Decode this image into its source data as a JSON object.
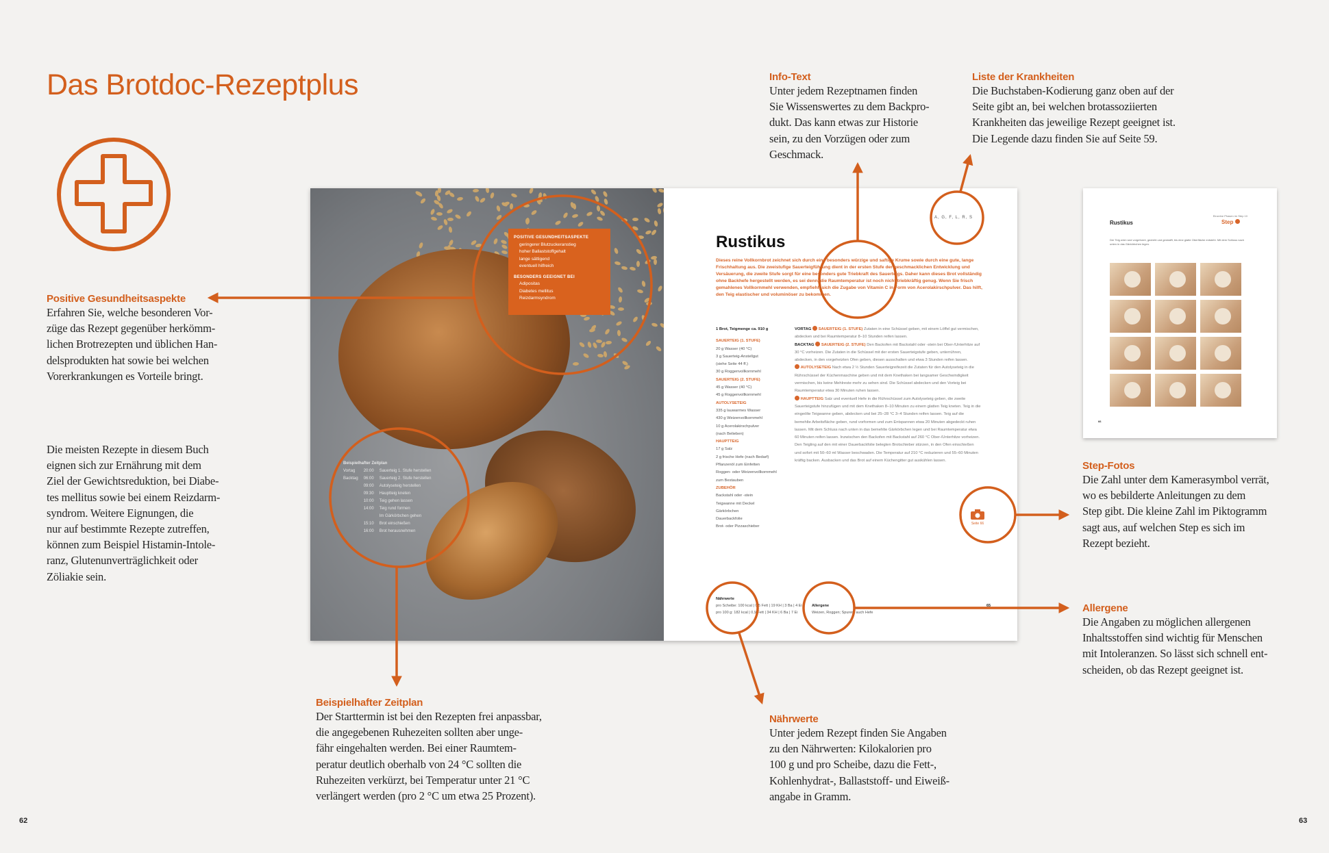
{
  "title": "Das Brotdoc-Rezeptplus",
  "colors": {
    "accent": "#d35f1d",
    "background": "#f3f2f0"
  },
  "logo_icon": "medical-cross-circle-icon",
  "callouts": {
    "positive": {
      "heading": "Positive Gesundheitsaspekte",
      "lines": [
        "Erfahren Sie, welche besonderen Vor-",
        "züge das Rezept gegenüber herkömm-",
        "lichen Brotrezepten und üblichen Han-",
        "delsprodukten hat sowie bei welchen",
        "Vorerkrankungen es Vorteile bringt."
      ]
    },
    "general": {
      "lines": [
        "Die meisten Rezepte in diesem Buch",
        "eignen sich zur Ernährung mit dem",
        "Ziel der Gewichtsreduktion, bei Diabe-",
        "tes mellitus sowie bei einem Reizdarm-",
        "syndrom. Weitere Eignungen, die",
        "nur auf bestimmte Rezepte zutreffen,",
        "können zum Beispiel Histamin-Intole-",
        "ranz, Glutenunverträglichkeit oder",
        "Zöliakie sein."
      ]
    },
    "info": {
      "heading": "Info-Text",
      "lines": [
        "Unter jedem Rezeptnamen finden",
        "Sie Wissenswertes zu dem Backpro-",
        "dukt. Das kann etwas zur Historie",
        "sein, zu den Vorzügen oder zum",
        "Geschmack."
      ]
    },
    "krankheiten": {
      "heading": "Liste der Krankheiten",
      "lines": [
        "Die Buchstaben-Kodierung ganz oben auf der",
        "Seite gibt an, bei welchen brotassoziierten",
        "Krankheiten das jeweilige Rezept geeignet ist.",
        "Die Legende dazu finden Sie auf Seite 59."
      ]
    },
    "stepfotos": {
      "heading": "Step-Fotos",
      "lines": [
        "Die Zahl unter dem Kamerasymbol verrät,",
        "wo es bebilderte Anleitungen zu dem",
        "Step gibt. Die kleine Zahl im Piktogramm",
        "sagt aus, auf welchen Step es sich im",
        "Rezept bezieht."
      ]
    },
    "allergene": {
      "heading": "Allergene",
      "lines": [
        "Die Angaben zu möglichen allergenen",
        "Inhaltsstoffen sind wichtig für Menschen",
        "mit Intoleranzen. So lässt sich schnell ent-",
        "scheiden, ob das Rezept geeignet ist."
      ]
    },
    "zeitplan": {
      "heading": "Beispielhafter Zeitplan",
      "lines": [
        "Der Starttermin ist bei den Rezepten frei anpassbar,",
        "die angegebenen Ruhezeiten sollten aber unge-",
        "fähr eingehalten werden. Bei einer Raumtem-",
        "peratur deutlich oberhalb von 24 °C sollten die",
        "Ruhezeiten verkürzt, bei Temperatur unter 21 °C",
        "verlängert werden (pro 2 °C um etwa 25 Prozent)."
      ]
    },
    "naehrwerte": {
      "heading": "Nährwerte",
      "lines": [
        "Unter jedem Rezept finden Sie Angaben",
        "zu den Nährwerten: Kilokalorien pro",
        "100 g und pro Scheibe, dazu die Fett-,",
        "Kohlenhydrat-, Ballaststoff- und Eiweiß-",
        "angabe in Gramm."
      ]
    }
  },
  "photo_box": {
    "h1": "POSITIVE GESUNDHEITSASPEKTE",
    "items1": [
      "geringerer Blutzuckeranstieg",
      "hoher Ballaststoffgehalt",
      "lange sättigend",
      "eventuell hilfreich"
    ],
    "h2": "BESONDERS GEEIGNET BEI",
    "items2": [
      "Adipositas",
      "Diabetes mellitus",
      "Reizdarmsyndrom"
    ]
  },
  "photo_schedule": {
    "heading": "Beispielhafter Zeitplan",
    "rows": [
      [
        "Vortag",
        "20:00",
        "Sauerteig 1. Stufe herstellen"
      ],
      [
        "Backtag",
        "06:00",
        "Sauerteig 2. Stufe herstellen"
      ],
      [
        "",
        "09:00",
        "Autolyseteig herstellen"
      ],
      [
        "",
        "09:30",
        "Hauptteig kneten"
      ],
      [
        "",
        "10:00",
        "Teig gehen lassen"
      ],
      [
        "",
        "14:00",
        "Teig rund formen"
      ],
      [
        "",
        "",
        "Im Gärkörbchen gehen"
      ],
      [
        "",
        "15:10",
        "Brot einschießen"
      ],
      [
        "",
        "16:00",
        "Brot herausnehmen"
      ]
    ]
  },
  "recipe": {
    "codes": "A, G, F, L, R, S",
    "title": "Rustikus",
    "intro": "Dieses reine Vollkornbrot zeichnet sich durch eine besonders würzige und saftige Krume sowie durch eine gute, lange Frischhaltung aus. Die zweistufige Sauerteigführung dient in der ersten Stufe der geschmacklichen Entwicklung und Versäuerung, die zweite Stufe sorgt für eine besonders gute Triebkraft des Sauerteigs. Daher kann dieses Brot vollständig ohne Backhefe hergestellt werden, es sei denn, die Raumtemperatur ist noch nicht triebkräftig genug. Wenn Sie frisch gemahlenes Vollkornmehl verwenden, empfiehlt sich die Zugabe von Vitamin C in Form von Acerolakirschpulver. Das hilft, den Teig elastischer und voluminöser zu bekommen.",
    "yield": "1 Brot, Teigmenge ca. 910 g",
    "ingredients": [
      [
        "o",
        "SAUERTEIG (1. STUFE)"
      ],
      [
        "",
        "20 g Wasser (40 °C)"
      ],
      [
        "",
        "3 g Sauerteig-Anstellgut"
      ],
      [
        "",
        "   (siehe Seite 44 ff.)"
      ],
      [
        "",
        "30 g Roggenvollkornmehl"
      ],
      [
        "o",
        "SAUERTEIG (2. STUFE)"
      ],
      [
        "",
        "45 g Wasser (40 °C)"
      ],
      [
        "",
        "45 g Roggenvollkornmehl"
      ],
      [
        "o",
        "AUTOLYSETEIG"
      ],
      [
        "",
        "335 g lauwarmes Wasser"
      ],
      [
        "",
        "430 g Weizenvollkornmehl"
      ],
      [
        "",
        "10 g Acerolakirschpulver"
      ],
      [
        "",
        "   (nach Belieben)"
      ],
      [
        "o",
        "HAUPTTEIG"
      ],
      [
        "",
        "17 g Salz"
      ],
      [
        "",
        "2 g frische Hefe (nach Bedarf)"
      ],
      [
        "",
        "Pflanzenöl zum Einfetten"
      ],
      [
        "",
        "Roggen- oder Weizenvollkornmehl"
      ],
      [
        "",
        "   zum Bestauben"
      ],
      [
        "o",
        "ZUBEHÖR"
      ],
      [
        "",
        "Backstahl oder -stein"
      ],
      [
        "",
        "Teigwanne mit Deckel"
      ],
      [
        "",
        "Gärkörbchen"
      ],
      [
        "",
        "Dauerbackfolie"
      ],
      [
        "",
        "Brot- oder Pizzaschieber"
      ]
    ],
    "steps": [
      [
        "VORTAG",
        "SAUERTEIG (1. STUFE)",
        "Zutaten in eine Schüssel geben, mit einem Löffel gut vermischen, abdecken und bei Raumtemperatur 8–10 Stunden reifen lassen."
      ],
      [
        "BACKTAG",
        "SAUERTEIG (2. STUFE)",
        "Den Backofen mit Backstahl oder -stein bei Ober-/Unterhitze auf 30 °C vorheizen. Die Zutaten in die Schüssel mit der ersten Sauerteigstufe geben, unterrühren, abdecken, in den vorgeheizten Ofen geben, diesen ausschalten und etwa 3 Stunden reifen lassen."
      ],
      [
        "",
        "AUTOLYSETEIG",
        "Nach etwa 2 ½ Stunden Sauerteigreifezeit die Zutaten für den Autolyseteig in die Rührschüssel der Küchenmaschine geben und mit dem Knethaken bei langsamer Geschwindigkeit vermischen, bis keine Mehlreste mehr zu sehen sind. Die Schüssel abdecken und den Vorteig bei Raumtemperatur etwa 30 Minuten ruhen lassen."
      ],
      [
        "",
        "HAUPTTEIG",
        "Salz und eventuell Hefe in die Rührschüssel zum Autolyseteig geben, die zweite Sauerteigstufe hinzufügen und mit dem Knethaken 8–10 Minuten zu einem glatten Teig kneten. Teig in die eingeölte Teigwanne geben, abdecken und bei 25–28 °C 3–4 Stunden reifen lassen. Teig auf die bemehlte Arbeitsfläche geben, rund vorformen und zum Entspannen etwa 20 Minuten abgedeckt ruhen lassen. Mit dem Schluss nach unten in das bemehlte Gärkörbchen legen und bei Raumtemperatur etwa 60 Minuten reifen lassen. Inzwischen den Backofen mit Backstahl auf 260 °C Ober-/Unterhitze vorheizen. Den Teigling auf den mit einer Dauerbackfolie belegten Brotschieber stürzen, in den Ofen einschießen und sofort mit 50–60 ml Wasser beschwaden. Die Temperatur auf 210 °C reduzieren und 55–60 Minuten kräftig backen. Ausbacken und das Brot auf einem Küchengitter gut auskühlen lassen."
      ]
    ],
    "step_photo_label": "Seite 66",
    "nutrition_heading": "Nährwerte",
    "nutrition": [
      "pro Scheibe: 100 kcal | 0,5 Fett | 19 KH | 3 Ba | 4 Ei",
      "pro 100 g: 182 kcal | 0,9 Fett | 34 KH | 6 Ba | 7 Ei"
    ],
    "allergen_heading": "Allergene",
    "allergens": "Weizen, Roggen; Spuren: auch Hefe",
    "page_number": "65"
  },
  "thumb": {
    "title": "Rustikus",
    "overline": "Einzelne Phasen im Step 10",
    "step_label": "Step",
    "text": "Der Teig wird rund vorgeformt, gedreht und gestrafft, bis eine glatte Oberfläche entsteht. Mit dem Schluss nach unten in das Gärkörbchen legen.",
    "page_number": "66"
  },
  "pages": {
    "left": "62",
    "right": "63"
  }
}
